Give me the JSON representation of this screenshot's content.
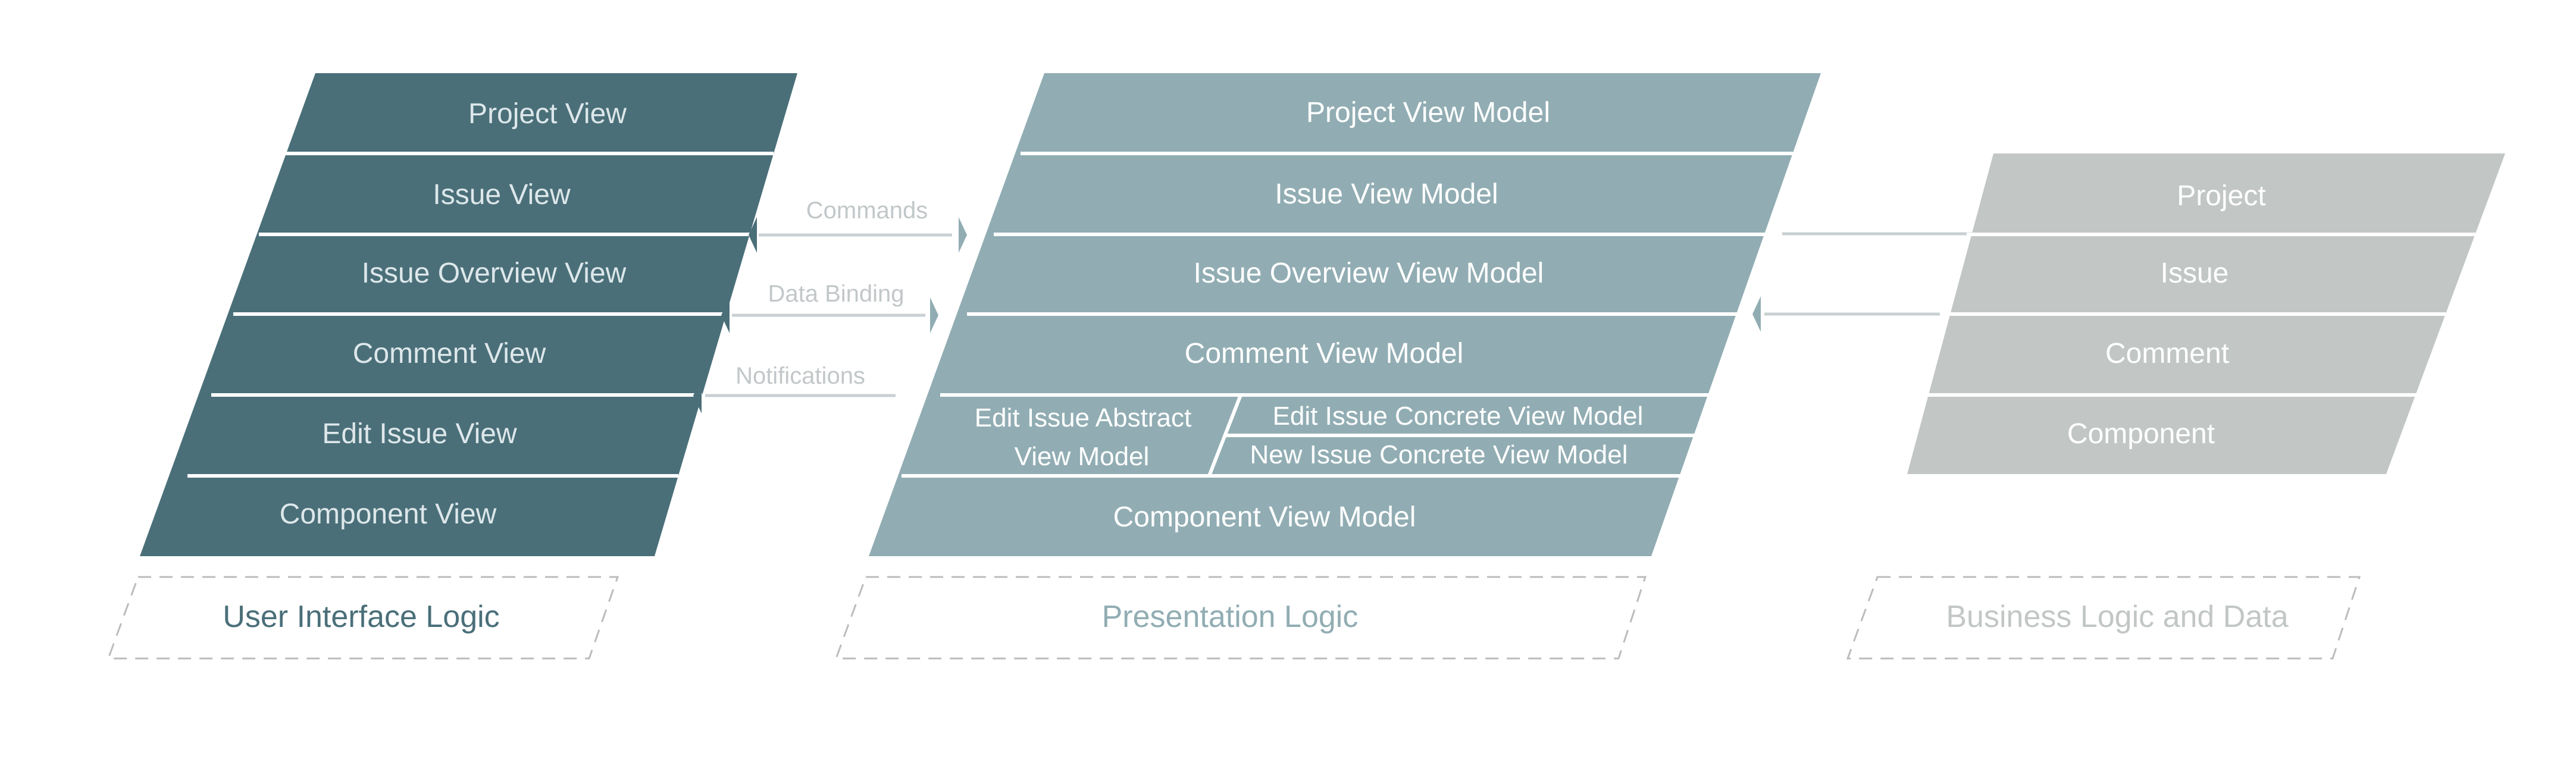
{
  "colors": {
    "ui": "#4a6f79",
    "presentation": "#91adb3",
    "business": "#c2c7c5",
    "connector": "#c9d0d3",
    "arrow_ui": "#4a6f79",
    "arrow_pres": "#91adb3",
    "dashed": "#bcbcbc"
  },
  "layers": {
    "ui": {
      "items": [
        "Project View",
        "Issue View",
        "Issue Overview View",
        "Comment View",
        "Edit Issue View",
        "Component View"
      ],
      "caption": "User Interface Logic"
    },
    "presentation": {
      "project": "Project View Model",
      "issue": "Issue View Model",
      "overview": "Issue Overview View Model",
      "comment": "Comment View Model",
      "abstract_line1": "Edit Issue Abstract",
      "abstract_line2": "View Model",
      "edit_concrete": "Edit Issue Concrete View Model",
      "new_concrete": "New Issue Concrete View Model",
      "component": "Component View Model",
      "caption": "Presentation Logic"
    },
    "business": {
      "items": [
        "Project",
        "Issue",
        "Comment",
        "Component"
      ],
      "caption": "Business Logic and Data"
    }
  },
  "connectors": {
    "commands": "Commands",
    "data_binding": "Data Binding",
    "notifications": "Notifications"
  }
}
